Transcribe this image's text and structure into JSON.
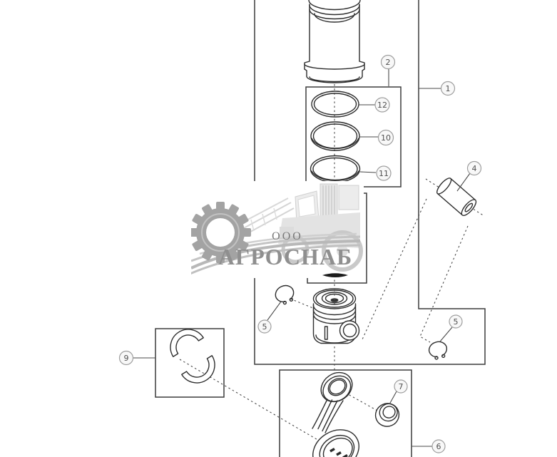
{
  "watermark": {
    "prefix": "ООО",
    "name": "АГРОСНАБ"
  },
  "callouts": {
    "c1": {
      "number": "1"
    },
    "c2": {
      "number": "2"
    },
    "c4": {
      "number": "4"
    },
    "c5_left": {
      "number": "5"
    },
    "c5_right": {
      "number": "5"
    },
    "c6": {
      "number": "6"
    },
    "c7": {
      "number": "7"
    },
    "c9": {
      "number": "9"
    },
    "c10": {
      "number": "10"
    },
    "c11": {
      "number": "11"
    },
    "c12": {
      "number": "12"
    }
  },
  "colors": {
    "background": "#ffffff",
    "diagram_line": "#3c3c3c",
    "callout_fill": "#f8f8f8",
    "callout_border": "#9e9e9e",
    "callout_text": "#4f4f4f",
    "watermark_gear_gray": "#a3a3a3",
    "watermark_light_gray": "#dcdcdc",
    "watermark_text_gray": "#8f8f8f"
  }
}
